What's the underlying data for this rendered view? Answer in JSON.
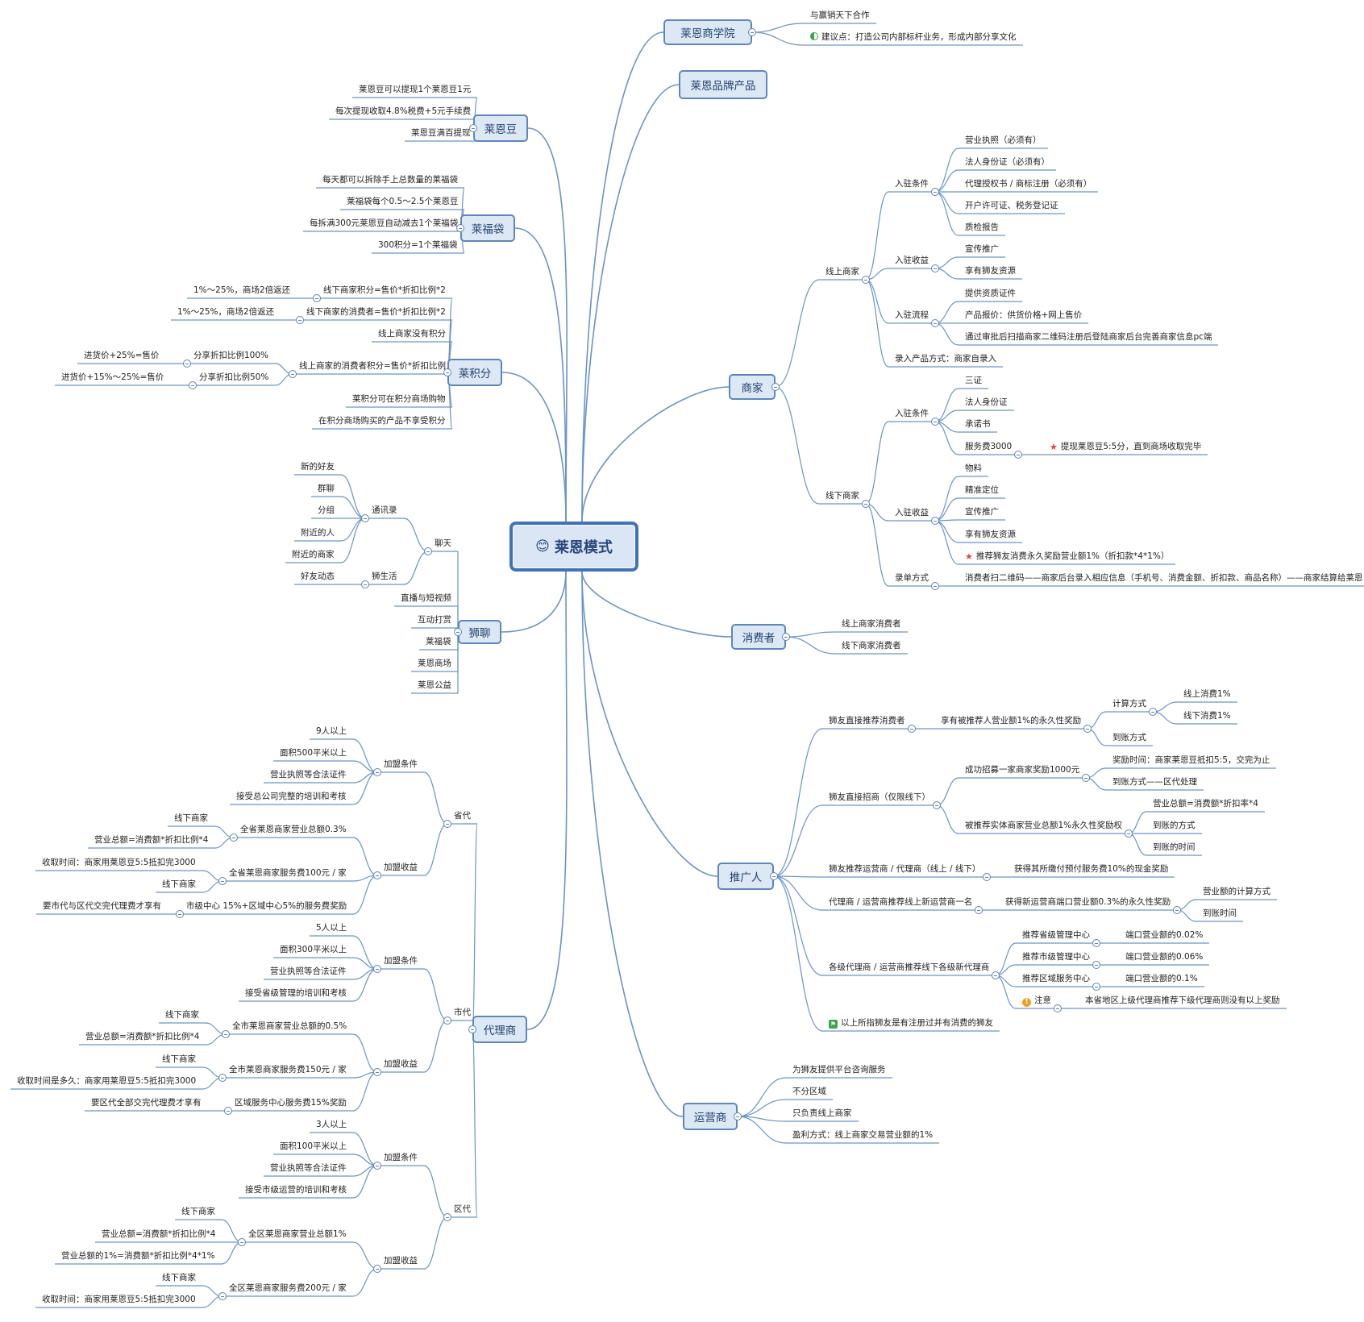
{
  "center": "莱恩模式",
  "center_icon": "smiley-icon",
  "nodes": [
    {
      "id": "xy",
      "t": "莱恩商学院",
      "kind": "main"
    },
    {
      "id": "xy1",
      "t": "与赢销天下合作"
    },
    {
      "id": "xy2",
      "t": "建议点：打造公司内部标杆业务，形成内部分享文化",
      "icon": "progress-half-icon"
    },
    {
      "id": "pp",
      "t": "莱恩品牌产品",
      "kind": "main"
    },
    {
      "id": "sj",
      "t": "商家",
      "kind": "main"
    },
    {
      "id": "on",
      "t": "线上商家"
    },
    {
      "id": "on_c",
      "t": "入驻条件"
    },
    {
      "id": "on_c1",
      "t": "营业执照（必须有）"
    },
    {
      "id": "on_c2",
      "t": "法人身份证（必须有）"
    },
    {
      "id": "on_c3",
      "t": "代理授权书 / 商标注册（必须有）"
    },
    {
      "id": "on_c4",
      "t": "开户许可证、税务登记证"
    },
    {
      "id": "on_c5",
      "t": "质检报告"
    },
    {
      "id": "on_r",
      "t": "入驻收益"
    },
    {
      "id": "on_r1",
      "t": "宣传推广"
    },
    {
      "id": "on_r2",
      "t": "享有狮友资源"
    },
    {
      "id": "on_f",
      "t": "入驻流程"
    },
    {
      "id": "on_f1",
      "t": "提供资质证件"
    },
    {
      "id": "on_f2",
      "t": "产品报价：供货价格+网上售价"
    },
    {
      "id": "on_f3",
      "t": "通过审批后扫描商家二维码注册后登陆商家后台完善商家信息pc端"
    },
    {
      "id": "on_p",
      "t": "录入产品方式：商家自录入"
    },
    {
      "id": "off",
      "t": "线下商家"
    },
    {
      "id": "off_c",
      "t": "入驻条件"
    },
    {
      "id": "off_c1",
      "t": "三证"
    },
    {
      "id": "off_c2",
      "t": "法人身份证"
    },
    {
      "id": "off_c3",
      "t": "承诺书"
    },
    {
      "id": "off_c4",
      "t": "服务费3000"
    },
    {
      "id": "off_c4a",
      "t": "提现莱恩豆5:5分，直到商场收取完毕",
      "icon": "star-icon"
    },
    {
      "id": "off_r",
      "t": "入驻收益"
    },
    {
      "id": "off_r1",
      "t": "物料"
    },
    {
      "id": "off_r2",
      "t": "精准定位"
    },
    {
      "id": "off_r3",
      "t": "宣传推广"
    },
    {
      "id": "off_r4",
      "t": "享有狮友资源"
    },
    {
      "id": "off_r5",
      "t": "推荐狮友消费永久奖励营业额1%（折扣款*4*1%）",
      "icon": "star-icon"
    },
    {
      "id": "off_l",
      "t": "录单方式"
    },
    {
      "id": "off_l1",
      "t": "消费者扫二维码——商家后台录入相应信息（手机号、消费金额、折扣款、商品名称）——商家结算给莱恩"
    },
    {
      "id": "xf",
      "t": "消费者",
      "kind": "main"
    },
    {
      "id": "xf1",
      "t": "线上商家消费者"
    },
    {
      "id": "xf2",
      "t": "线下商家消费者"
    },
    {
      "id": "tg",
      "t": "推广人",
      "kind": "main"
    },
    {
      "id": "tg1",
      "t": "狮友直接推荐消费者"
    },
    {
      "id": "tg1a",
      "t": "享有被推荐人营业额1%的永久性奖励"
    },
    {
      "id": "tg1a1",
      "t": "计算方式"
    },
    {
      "id": "tg1a1a",
      "t": "线上消费1%"
    },
    {
      "id": "tg1a1b",
      "t": "线下消费1%"
    },
    {
      "id": "tg1a2",
      "t": "到账方式"
    },
    {
      "id": "tg2",
      "t": "狮友直接招商（仅限线下）"
    },
    {
      "id": "tg2a",
      "t": "成功招募一家商家奖励1000元"
    },
    {
      "id": "tg2a1",
      "t": "奖励时间：商家莱恩豆抵扣5:5，交完为止"
    },
    {
      "id": "tg2a2",
      "t": "到账方式——区代处理"
    },
    {
      "id": "tg2b",
      "t": "被推荐实体商家营业总额1%永久性奖励权"
    },
    {
      "id": "tg2b1",
      "t": "营业总额=消费额*折扣率*4"
    },
    {
      "id": "tg2b2",
      "t": "到账的方式"
    },
    {
      "id": "tg2b3",
      "t": "到账的时间"
    },
    {
      "id": "tg3",
      "t": "狮友推荐运营商 / 代理商（线上 / 线下）"
    },
    {
      "id": "tg3a",
      "t": "获得其所缴付预付服务费10%的现金奖励"
    },
    {
      "id": "tg4",
      "t": "代理商 / 运营商推荐线上新运营商一名"
    },
    {
      "id": "tg4a",
      "t": "获得新运营商端口营业额0.3%的永久性奖励"
    },
    {
      "id": "tg4a1",
      "t": "营业额的计算方式"
    },
    {
      "id": "tg4a2",
      "t": "到账时间"
    },
    {
      "id": "tg5",
      "t": "各级代理商 / 运营商推荐线下各级新代理商"
    },
    {
      "id": "tg5a",
      "t": "推荐省级管理中心"
    },
    {
      "id": "tg5a1",
      "t": "端口营业额的0.02%"
    },
    {
      "id": "tg5b",
      "t": "推荐市级管理中心"
    },
    {
      "id": "tg5b1",
      "t": "端口营业额的0.06%"
    },
    {
      "id": "tg5c",
      "t": "推荐区域服务中心"
    },
    {
      "id": "tg5c1",
      "t": "端口营业额的0.1%"
    },
    {
      "id": "tg5d",
      "t": "注意",
      "icon": "warning-icon"
    },
    {
      "id": "tg5d1",
      "t": "本省地区上级代理商推荐下级代理商则没有以上奖励"
    },
    {
      "id": "tg6",
      "t": "以上所指狮友是有注册过并有消费的狮友",
      "icon": "flag-icon"
    },
    {
      "id": "yy",
      "t": "运营商",
      "kind": "main"
    },
    {
      "id": "yy1",
      "t": "为狮友提供平台咨询服务"
    },
    {
      "id": "yy2",
      "t": "不分区域"
    },
    {
      "id": "yy3",
      "t": "只负责线上商家"
    },
    {
      "id": "yy4",
      "t": "盈利方式：线上商家交易营业额的1%"
    },
    {
      "id": "ld",
      "t": "莱恩豆",
      "kind": "main"
    },
    {
      "id": "ld1",
      "t": "莱恩豆可以提现1个莱恩豆1元"
    },
    {
      "id": "ld2",
      "t": "每次提现收取4.8%税费+5元手续费"
    },
    {
      "id": "ld3",
      "t": "莱恩豆满百提现"
    },
    {
      "id": "lf",
      "t": "莱福袋",
      "kind": "main"
    },
    {
      "id": "lf1",
      "t": "每天都可以拆除手上总数量的莱福袋"
    },
    {
      "id": "lf2",
      "t": "莱福袋每个0.5～2.5个莱恩豆"
    },
    {
      "id": "lf3",
      "t": "每拆满300元莱恩豆自动减去1个莱福袋"
    },
    {
      "id": "lf4",
      "t": "300积分=1个莱福袋"
    },
    {
      "id": "jf",
      "t": "莱积分",
      "kind": "main"
    },
    {
      "id": "jf1",
      "t": "线下商家积分=售价*折扣比例*2"
    },
    {
      "id": "jf1a",
      "t": "1%～25%，商场2倍返还"
    },
    {
      "id": "jf2",
      "t": "线下商家的消费者=售价*折扣比例*2"
    },
    {
      "id": "jf2a",
      "t": "1%～25%，商场2倍返还"
    },
    {
      "id": "jf3",
      "t": "线上商家没有积分"
    },
    {
      "id": "jf4",
      "t": "线上商家的消费者积分=售价*折扣比例"
    },
    {
      "id": "jf4a",
      "t": "分享折扣比例100%"
    },
    {
      "id": "jf4a1",
      "t": "进货价+25%=售价"
    },
    {
      "id": "jf4b",
      "t": "分享折扣比例50%"
    },
    {
      "id": "jf4b1",
      "t": "进货价+15%～25%=售价"
    },
    {
      "id": "jf5",
      "t": "莱积分可在积分商场购物"
    },
    {
      "id": "jf6",
      "t": "在积分商场购买的产品不享受积分"
    },
    {
      "id": "sl",
      "t": "狮聊",
      "kind": "main"
    },
    {
      "id": "sl1",
      "t": "聊天"
    },
    {
      "id": "sl1a",
      "t": "通讯录"
    },
    {
      "id": "sl1a1",
      "t": "新的好友"
    },
    {
      "id": "sl1a2",
      "t": "群聊"
    },
    {
      "id": "sl1a3",
      "t": "分组"
    },
    {
      "id": "sl1a4",
      "t": "附近的人"
    },
    {
      "id": "sl1a5",
      "t": "附近的商家"
    },
    {
      "id": "sl1b",
      "t": "狮生活"
    },
    {
      "id": "sl1b1",
      "t": "好友动态"
    },
    {
      "id": "sl2",
      "t": "直播与短视频"
    },
    {
      "id": "sl3",
      "t": "互动打赏"
    },
    {
      "id": "sl4",
      "t": "莱福袋"
    },
    {
      "id": "sl5",
      "t": "莱恩商场"
    },
    {
      "id": "sl6",
      "t": "莱恩公益"
    },
    {
      "id": "dl",
      "t": "代理商",
      "kind": "main"
    },
    {
      "id": "sd",
      "t": "省代"
    },
    {
      "id": "sd_c",
      "t": "加盟条件"
    },
    {
      "id": "sd_c1",
      "t": "9人以上"
    },
    {
      "id": "sd_c2",
      "t": "面积500平米以上"
    },
    {
      "id": "sd_c3",
      "t": "营业执照等合法证件"
    },
    {
      "id": "sd_c4",
      "t": "接受总公司完整的培训和考核"
    },
    {
      "id": "sd_r",
      "t": "加盟收益"
    },
    {
      "id": "sd_r1",
      "t": "全省莱恩商家营业总额0.3%"
    },
    {
      "id": "sd_r1a",
      "t": "线下商家"
    },
    {
      "id": "sd_r1b",
      "t": "营业总额=消费额*折扣比例*4"
    },
    {
      "id": "sd_r2",
      "t": "全省莱恩商家服务费100元 / 家"
    },
    {
      "id": "sd_r2a",
      "t": "收取时间：商家用莱恩豆5:5抵扣完3000"
    },
    {
      "id": "sd_r2b",
      "t": "线下商家"
    },
    {
      "id": "sd_r3",
      "t": "市级中心 15%+区域中心5%的服务费奖励"
    },
    {
      "id": "sd_r3a",
      "t": "要市代与区代交完代理费才享有"
    },
    {
      "id": "sh",
      "t": "市代"
    },
    {
      "id": "sh_c",
      "t": "加盟条件"
    },
    {
      "id": "sh_c1",
      "t": "5人以上"
    },
    {
      "id": "sh_c2",
      "t": "面积300平米以上"
    },
    {
      "id": "sh_c3",
      "t": "营业执照等合法证件"
    },
    {
      "id": "sh_c4",
      "t": "接受省级管理的培训和考核"
    },
    {
      "id": "sh_r",
      "t": "加盟收益"
    },
    {
      "id": "sh_r1",
      "t": "全市莱恩商家营业总额的0.5%"
    },
    {
      "id": "sh_r1a",
      "t": "线下商家"
    },
    {
      "id": "sh_r1b",
      "t": "营业总额=消费额*折扣比例*4"
    },
    {
      "id": "sh_r2",
      "t": "全市莱恩商家服务费150元 / 家"
    },
    {
      "id": "sh_r2a",
      "t": "线下商家"
    },
    {
      "id": "sh_r2b",
      "t": "收取时间是多久：商家用莱恩豆5:5抵扣完3000"
    },
    {
      "id": "sh_r3",
      "t": "区域服务中心服务费15%奖励"
    },
    {
      "id": "sh_r3a",
      "t": "要区代全部交完代理费才享有"
    },
    {
      "id": "qd",
      "t": "区代"
    },
    {
      "id": "qd_c",
      "t": "加盟条件"
    },
    {
      "id": "qd_c1",
      "t": "3人以上"
    },
    {
      "id": "qd_c2",
      "t": "面积100平米以上"
    },
    {
      "id": "qd_c3",
      "t": "营业执照等合法证件"
    },
    {
      "id": "qd_c4",
      "t": "接受市级运营的培训和考核"
    },
    {
      "id": "qd_r",
      "t": "加盟收益"
    },
    {
      "id": "qd_r1",
      "t": "全区莱恩商家营业总额1%"
    },
    {
      "id": "qd_r1a",
      "t": "线下商家"
    },
    {
      "id": "qd_r1b",
      "t": "营业总额=消费额*折扣比例*4"
    },
    {
      "id": "qd_r1c",
      "t": "营业总额的1%=消费额*折扣比例*4*1%"
    },
    {
      "id": "qd_r2",
      "t": "全区莱恩商家服务费200元 / 家"
    },
    {
      "id": "qd_r2a",
      "t": "线下商家"
    },
    {
      "id": "qd_r2b",
      "t": "收取时间：商家用莱恩豆5:5抵扣完3000"
    }
  ],
  "links": [
    [
      "c",
      "xy"
    ],
    [
      "xy",
      "xy1"
    ],
    [
      "xy",
      "xy2"
    ],
    [
      "c",
      "pp"
    ],
    [
      "c",
      "sj"
    ],
    [
      "sj",
      "on"
    ],
    [
      "on",
      "on_c"
    ],
    [
      "on_c",
      "on_c1"
    ],
    [
      "on_c",
      "on_c2"
    ],
    [
      "on_c",
      "on_c3"
    ],
    [
      "on_c",
      "on_c4"
    ],
    [
      "on_c",
      "on_c5"
    ],
    [
      "on",
      "on_r"
    ],
    [
      "on_r",
      "on_r1"
    ],
    [
      "on_r",
      "on_r2"
    ],
    [
      "on",
      "on_f"
    ],
    [
      "on_f",
      "on_f1"
    ],
    [
      "on_f",
      "on_f2"
    ],
    [
      "on_f",
      "on_f3"
    ],
    [
      "on",
      "on_p"
    ],
    [
      "sj",
      "off"
    ],
    [
      "off",
      "off_c"
    ],
    [
      "off_c",
      "off_c1"
    ],
    [
      "off_c",
      "off_c2"
    ],
    [
      "off_c",
      "off_c3"
    ],
    [
      "off_c",
      "off_c4"
    ],
    [
      "off_c4",
      "off_c4a"
    ],
    [
      "off",
      "off_r"
    ],
    [
      "off_r",
      "off_r1"
    ],
    [
      "off_r",
      "off_r2"
    ],
    [
      "off_r",
      "off_r3"
    ],
    [
      "off_r",
      "off_r4"
    ],
    [
      "off_r",
      "off_r5"
    ],
    [
      "off",
      "off_l"
    ],
    [
      "off_l",
      "off_l1"
    ],
    [
      "c",
      "xf"
    ],
    [
      "xf",
      "xf1"
    ],
    [
      "xf",
      "xf2"
    ],
    [
      "c",
      "tg"
    ],
    [
      "tg",
      "tg1"
    ],
    [
      "tg1",
      "tg1a"
    ],
    [
      "tg1a",
      "tg1a1"
    ],
    [
      "tg1a1",
      "tg1a1a"
    ],
    [
      "tg1a1",
      "tg1a1b"
    ],
    [
      "tg1a",
      "tg1a2"
    ],
    [
      "tg",
      "tg2"
    ],
    [
      "tg2",
      "tg2a"
    ],
    [
      "tg2a",
      "tg2a1"
    ],
    [
      "tg2a",
      "tg2a2"
    ],
    [
      "tg2",
      "tg2b"
    ],
    [
      "tg2b",
      "tg2b1"
    ],
    [
      "tg2b",
      "tg2b2"
    ],
    [
      "tg2b",
      "tg2b3"
    ],
    [
      "tg",
      "tg3"
    ],
    [
      "tg3",
      "tg3a"
    ],
    [
      "tg",
      "tg4"
    ],
    [
      "tg4",
      "tg4a"
    ],
    [
      "tg4a",
      "tg4a1"
    ],
    [
      "tg4a",
      "tg4a2"
    ],
    [
      "tg",
      "tg5"
    ],
    [
      "tg5",
      "tg5a"
    ],
    [
      "tg5a",
      "tg5a1"
    ],
    [
      "tg5",
      "tg5b"
    ],
    [
      "tg5b",
      "tg5b1"
    ],
    [
      "tg5",
      "tg5c"
    ],
    [
      "tg5c",
      "tg5c1"
    ],
    [
      "tg5",
      "tg5d"
    ],
    [
      "tg5d",
      "tg5d1"
    ],
    [
      "tg",
      "tg6"
    ],
    [
      "c",
      "yy"
    ],
    [
      "yy",
      "yy1"
    ],
    [
      "yy",
      "yy2"
    ],
    [
      "yy",
      "yy3"
    ],
    [
      "yy",
      "yy4"
    ],
    [
      "c",
      "ld"
    ],
    [
      "ld",
      "ld1"
    ],
    [
      "ld",
      "ld2"
    ],
    [
      "ld",
      "ld3"
    ],
    [
      "c",
      "lf"
    ],
    [
      "lf",
      "lf1"
    ],
    [
      "lf",
      "lf2"
    ],
    [
      "lf",
      "lf3"
    ],
    [
      "lf",
      "lf4"
    ],
    [
      "c",
      "jf"
    ],
    [
      "jf",
      "jf1"
    ],
    [
      "jf1",
      "jf1a"
    ],
    [
      "jf",
      "jf2"
    ],
    [
      "jf2",
      "jf2a"
    ],
    [
      "jf",
      "jf3"
    ],
    [
      "jf",
      "jf4"
    ],
    [
      "jf4",
      "jf4a"
    ],
    [
      "jf4a",
      "jf4a1"
    ],
    [
      "jf4",
      "jf4b"
    ],
    [
      "jf4b",
      "jf4b1"
    ],
    [
      "jf",
      "jf5"
    ],
    [
      "jf",
      "jf6"
    ],
    [
      "c",
      "sl"
    ],
    [
      "sl",
      "sl1"
    ],
    [
      "sl1",
      "sl1a"
    ],
    [
      "sl1a",
      "sl1a1"
    ],
    [
      "sl1a",
      "sl1a2"
    ],
    [
      "sl1a",
      "sl1a3"
    ],
    [
      "sl1a",
      "sl1a4"
    ],
    [
      "sl1a",
      "sl1a5"
    ],
    [
      "sl1",
      "sl1b"
    ],
    [
      "sl1b",
      "sl1b1"
    ],
    [
      "sl",
      "sl2"
    ],
    [
      "sl",
      "sl3"
    ],
    [
      "sl",
      "sl4"
    ],
    [
      "sl",
      "sl5"
    ],
    [
      "sl",
      "sl6"
    ],
    [
      "c",
      "dl"
    ],
    [
      "dl",
      "sd"
    ],
    [
      "sd",
      "sd_c"
    ],
    [
      "sd_c",
      "sd_c1"
    ],
    [
      "sd_c",
      "sd_c2"
    ],
    [
      "sd_c",
      "sd_c3"
    ],
    [
      "sd_c",
      "sd_c4"
    ],
    [
      "sd",
      "sd_r"
    ],
    [
      "sd_r",
      "sd_r1"
    ],
    [
      "sd_r1",
      "sd_r1a"
    ],
    [
      "sd_r1",
      "sd_r1b"
    ],
    [
      "sd_r",
      "sd_r2"
    ],
    [
      "sd_r2",
      "sd_r2a"
    ],
    [
      "sd_r2",
      "sd_r2b"
    ],
    [
      "sd_r",
      "sd_r3"
    ],
    [
      "sd_r3",
      "sd_r3a"
    ],
    [
      "dl",
      "sh"
    ],
    [
      "sh",
      "sh_c"
    ],
    [
      "sh_c",
      "sh_c1"
    ],
    [
      "sh_c",
      "sh_c2"
    ],
    [
      "sh_c",
      "sh_c3"
    ],
    [
      "sh_c",
      "sh_c4"
    ],
    [
      "sh",
      "sh_r"
    ],
    [
      "sh_r",
      "sh_r1"
    ],
    [
      "sh_r1",
      "sh_r1a"
    ],
    [
      "sh_r1",
      "sh_r1b"
    ],
    [
      "sh_r",
      "sh_r2"
    ],
    [
      "sh_r2",
      "sh_r2a"
    ],
    [
      "sh_r2",
      "sh_r2b"
    ],
    [
      "sh_r",
      "sh_r3"
    ],
    [
      "sh_r3",
      "sh_r3a"
    ],
    [
      "dl",
      "qd"
    ],
    [
      "qd",
      "qd_c"
    ],
    [
      "qd_c",
      "qd_c1"
    ],
    [
      "qd_c",
      "qd_c2"
    ],
    [
      "qd_c",
      "qd_c3"
    ],
    [
      "qd_c",
      "qd_c4"
    ],
    [
      "qd",
      "qd_r"
    ],
    [
      "qd_r",
      "qd_r1"
    ],
    [
      "qd_r1",
      "qd_r1a"
    ],
    [
      "qd_r1",
      "qd_r1b"
    ],
    [
      "qd_r1",
      "qd_r1c"
    ],
    [
      "qd_r",
      "qd_r2"
    ],
    [
      "qd_r2",
      "qd_r2a"
    ],
    [
      "qd_r2",
      "qd_r2b"
    ]
  ],
  "colors": {
    "line": "#6a93c9",
    "main_border": "#5e86bd",
    "main_fill": "#dde8f5",
    "center_border": "#3f73b8",
    "center_fill": "#dbe6f4",
    "text": "#222222",
    "star": "#e8413c",
    "warning": "#f0a020",
    "flag": "#3aa650"
  }
}
